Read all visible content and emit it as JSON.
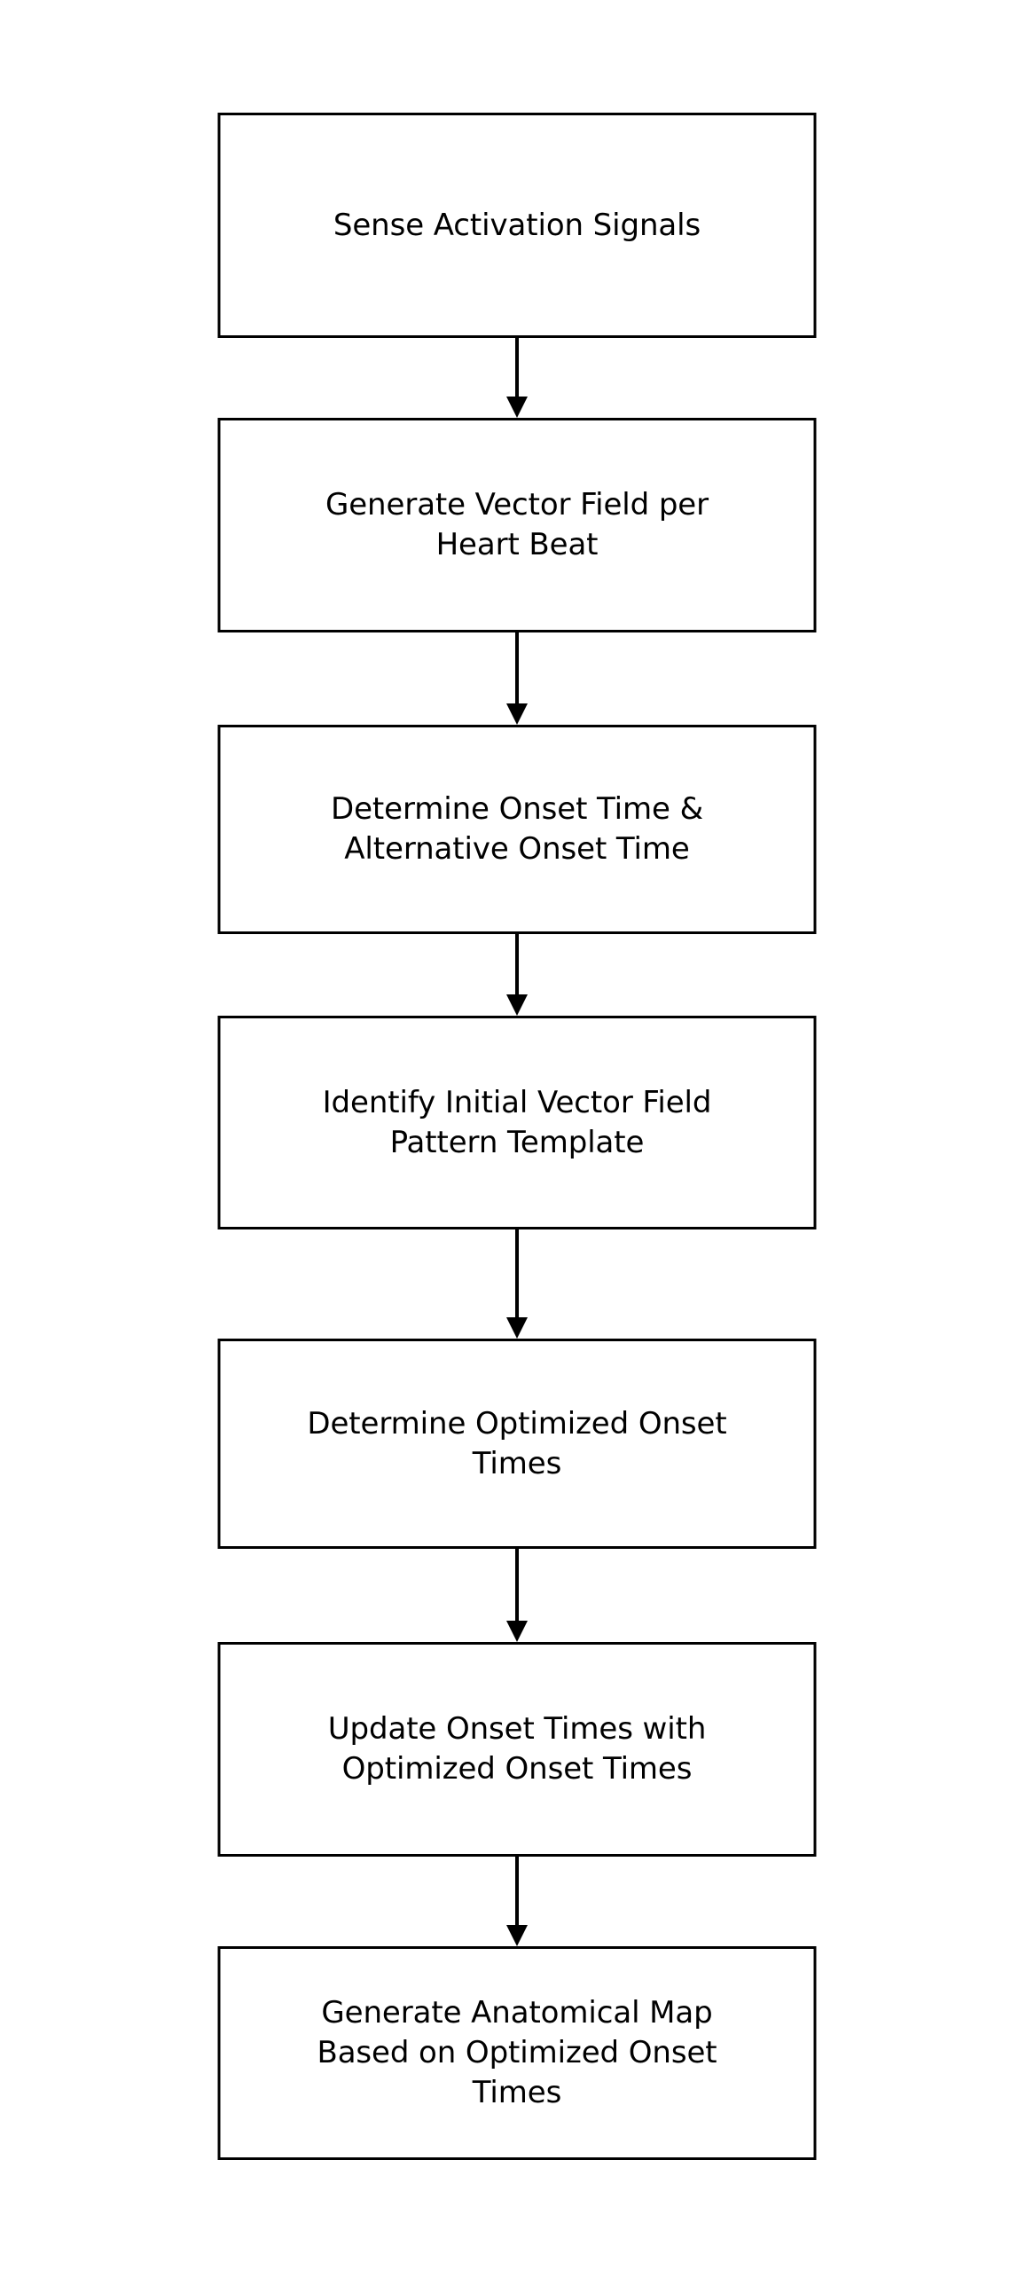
{
  "diagram": {
    "type": "flowchart",
    "orientation": "vertical-top-to-bottom",
    "background_color": "#ffffff",
    "node_border_color": "#000000",
    "node_fill_color": "#ffffff",
    "text_color": "#000000",
    "connector_color": "#000000",
    "nodes": [
      {
        "id": "node-0",
        "label": "Sense Activation Signals"
      },
      {
        "id": "node-1",
        "label": "Generate Vector Field per\nHeart Beat"
      },
      {
        "id": "node-2",
        "label": "Determine Onset Time &\nAlternative Onset Time"
      },
      {
        "id": "node-3",
        "label": "Identify Initial Vector Field\nPattern Template"
      },
      {
        "id": "node-4",
        "label": "Determine Optimized Onset\nTimes"
      },
      {
        "id": "node-5",
        "label": "Update Onset Times with\nOptimized Onset Times"
      },
      {
        "id": "node-6",
        "label": "Generate Anatomical Map\nBased on Optimized Onset\nTimes"
      }
    ],
    "connectors": [
      {
        "id": "conn-0",
        "from": "node-0",
        "to": "node-1",
        "style": "arrow-down"
      },
      {
        "id": "conn-1",
        "from": "node-1",
        "to": "node-2",
        "style": "arrow-down"
      },
      {
        "id": "conn-2",
        "from": "node-2",
        "to": "node-3",
        "style": "arrow-down"
      },
      {
        "id": "conn-3",
        "from": "node-3",
        "to": "node-4",
        "style": "arrow-down"
      },
      {
        "id": "conn-4",
        "from": "node-4",
        "to": "node-5",
        "style": "arrow-down"
      },
      {
        "id": "conn-5",
        "from": "node-5",
        "to": "node-6",
        "style": "arrow-down"
      }
    ]
  }
}
